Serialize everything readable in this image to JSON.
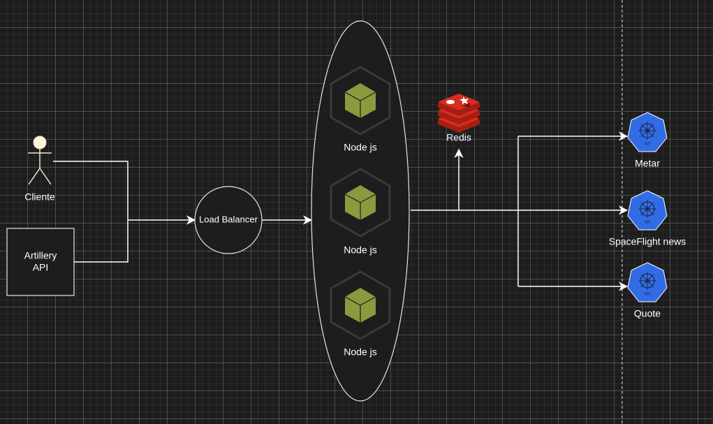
{
  "nodes": {
    "client": {
      "label": "Cliente"
    },
    "artillery": {
      "label_line1": "Artillery",
      "label_line2": "API"
    },
    "load_balancer": {
      "label": "Load Balancer"
    },
    "node_instances": [
      {
        "label": "Node js"
      },
      {
        "label": "Node js"
      },
      {
        "label": "Node js"
      }
    ],
    "redis": {
      "label": "Redis"
    },
    "apis": [
      {
        "label": "Metar",
        "icon_text": "api"
      },
      {
        "label": "SpaceFlight news",
        "icon_text": "api"
      },
      {
        "label": "Quote",
        "icon_text": "api"
      }
    ]
  },
  "colors": {
    "line": "#ffffff",
    "stroke": "#e8e8d0",
    "node_green": "#8a9a3e",
    "api_blue": "#326ce5",
    "redis_red": "#d82c20"
  }
}
